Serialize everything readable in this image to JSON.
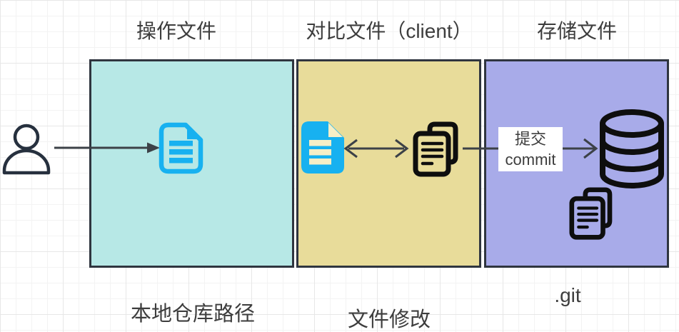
{
  "header_titles": {
    "operate": "操作文件",
    "compare": "对比文件（client）",
    "store": "存储文件"
  },
  "captions": {
    "operate": "本地仓库路径",
    "compare": "文件修改",
    "store": ".git"
  },
  "commit_label": {
    "zh": "提交",
    "en": "commit"
  },
  "icons": {
    "person-icon": "outlined user head and shoulders",
    "document-outline-icon": "blue outlined document with folded corner and 3 text lines",
    "document-filled-icon": "blue filled document with folded corner and 3 cutout text lines",
    "copy-files-icon": "two stacked black outlined documents with text lines",
    "database-icon": "black outlined database cylinder with 3 segments",
    "right-arrow-icon": "solid-head arrow pointing right",
    "double-arrow-icon": "open-head arrow pointing both left and right",
    "open-arrow-icon": "open-head arrow pointing right"
  },
  "colors": {
    "canvas_bg": "#ffffff",
    "grid_minor": "#f3f3f3",
    "grid_major": "#e7e7e7",
    "box1_fill": "#b7e8e6",
    "box2_fill": "#e8dc9a",
    "box3_fill": "#a8abe9",
    "box_border": "#2f353f",
    "doc_blue": "#17b1f0",
    "fold_cream": "#f6efc7",
    "icon_black": "#0e0e0e",
    "arrow": "#3c4147",
    "person": "#26303e",
    "text": "#3d3d3d",
    "commit_bg": "#ffffff"
  }
}
